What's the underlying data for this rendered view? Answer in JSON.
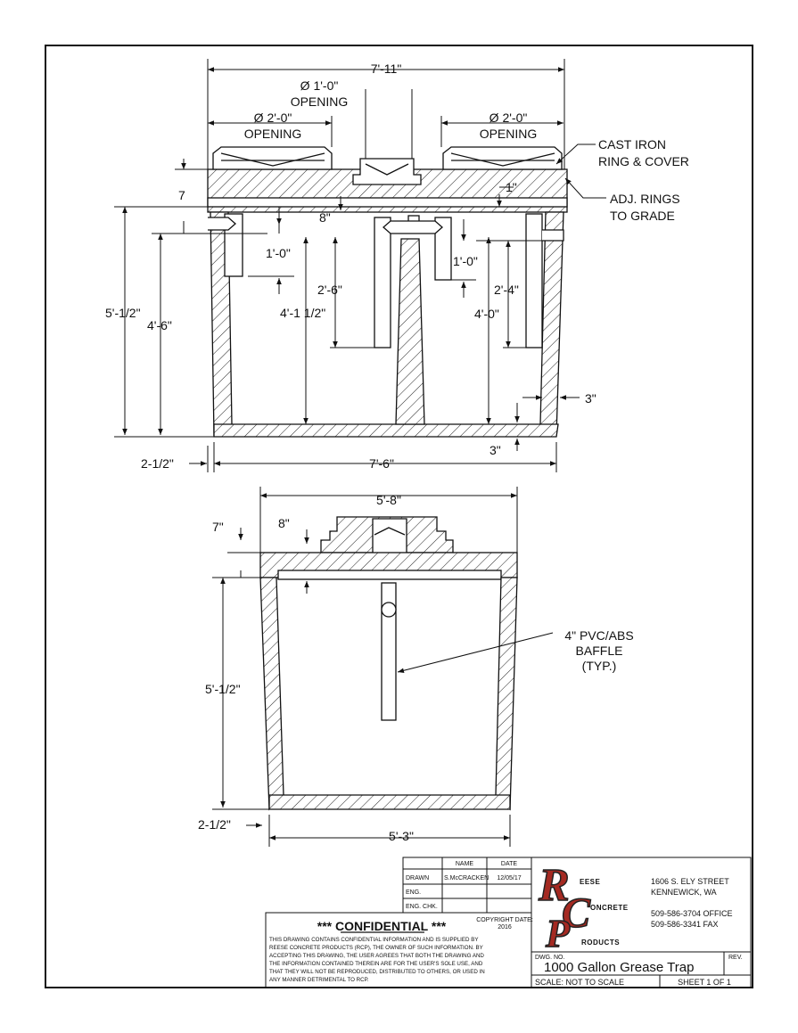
{
  "top_view": {
    "overall_width": "7'-11\"",
    "center_opening": [
      "Ø 1'-0\"",
      "OPENING"
    ],
    "left_opening": [
      "Ø 2'-0\"",
      "OPENING"
    ],
    "right_opening": [
      "Ø 2'-0\"",
      "OPENING"
    ],
    "callout_cast_iron": [
      "CAST IRON",
      "RING & COVER"
    ],
    "callout_adj_rings": [
      "ADJ. RINGS",
      "TO GRADE"
    ],
    "dim_7": "7",
    "dim_8": "8\"",
    "dim_1in": "1\"",
    "dim_1_0_left": "1'-0\"",
    "dim_1_0_right": "1'-0\"",
    "dim_2_6": "2'-6\"",
    "dim_2_4": "2'-4\"",
    "dim_4_1_half": "4'-1 1/2\"",
    "dim_4_0": "4'-0\"",
    "dim_4_6": "4'-6\"",
    "dim_5_1_half": "5'-1/2\"",
    "dim_3_wall": "3\"",
    "dim_3_floor": "3\"",
    "dim_2_1_2": "2-1/2\"",
    "base_width": "7'-6\""
  },
  "end_view": {
    "top_width": "5'-8\"",
    "dim_7": "7\"",
    "dim_8": "8\"",
    "height": "5'-1/2\"",
    "baffle_note": [
      "4\" PVC/ABS",
      "BAFFLE",
      "(TYP.)"
    ],
    "dim_2_1_2": "2-1/2\"",
    "base_width": "5'-3\""
  },
  "title_block": {
    "col_name": "NAME",
    "col_date": "DATE",
    "rows": [
      {
        "label": "DRAWN",
        "name": "S.McCRACKEN",
        "date": "12/05/17"
      },
      {
        "label": "ENG.",
        "name": "",
        "date": ""
      },
      {
        "label": "ENG. CHK.",
        "name": "",
        "date": ""
      }
    ],
    "confidential_title": "*** CONFIDENTIAL ***",
    "copyright": [
      "COPYRIGHT DATE:",
      "2016"
    ],
    "confidential_text": [
      "THIS DRAWING CONTAINS CONFIDENTIAL INFORMATION AND IS SUPPLIED BY",
      "REESE CONCRETE PRODUCTS (RCP), THE OWNER OF SUCH INFORMATION. BY",
      "ACCEPTING THIS DRAWING, THE USER AGREES THAT BOTH THE DRAWING AND",
      "THE INFORMATION CONTAINED THEREIN ARE FOR THE USER'S SOLE USE, AND",
      "THAT THEY WILL NOT BE REPRODUCED, DISTRIBUTED TO OTHERS, OR USED IN",
      "ANY MANNER DETRIMENTAL TO RCP."
    ],
    "logo_words": [
      "EESE",
      "ONCRETE",
      "RODUCTS"
    ],
    "address": [
      "1606 S. ELY STREET",
      "KENNEWICK, WA"
    ],
    "phones": [
      "509-586-3704 OFFICE",
      "509-586-3341 FAX"
    ],
    "dwg_no_label": "DWG. NO.",
    "rev_label": "REV.",
    "drawing_title": "1000 Gallon Grease Trap",
    "scale": "SCALE: NOT TO SCALE",
    "sheet": "SHEET 1 OF 1"
  },
  "colors": {
    "line": "#111111",
    "logo_red": "#a52a22",
    "paper": "#ffffff"
  }
}
